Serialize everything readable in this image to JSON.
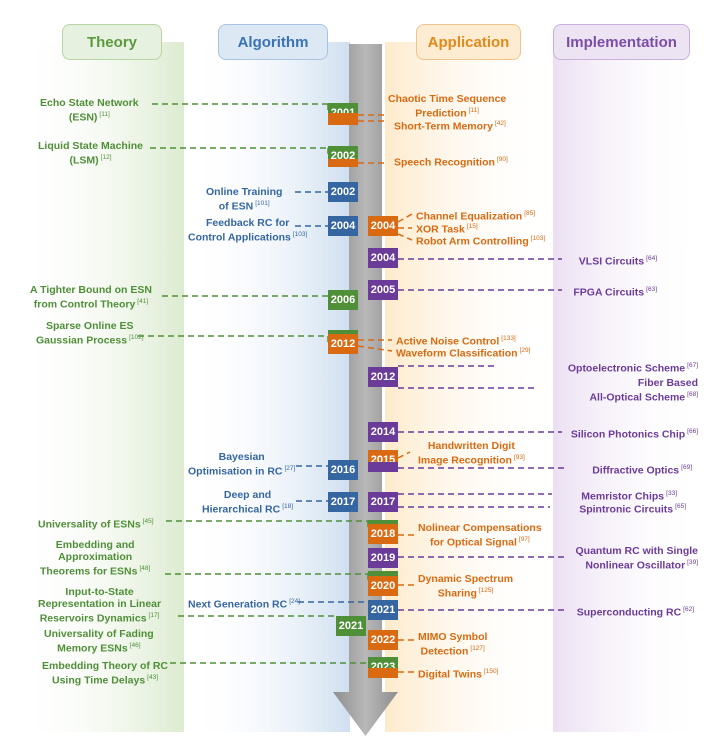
{
  "headers": {
    "theory": "Theory",
    "algorithm": "Algorithm",
    "application": "Application",
    "implementation": "Implementation"
  },
  "theory": {
    "esn": {
      "text": "Echo State Network\n(ESN)",
      "ref": "[11]"
    },
    "lsm": {
      "text": "Liquid State Machine\n(LSM)",
      "ref": "[12]"
    },
    "bound": {
      "text": "A Tighter Bound on ESN\nfrom Control Theory",
      "ref": "[41]"
    },
    "sparse": {
      "text": "Sparse Online ES\nGaussian Process",
      "ref": "[102]"
    },
    "universality": {
      "text": "Universality of ESNs",
      "ref": "[45]"
    },
    "embedding": {
      "text": "Embedding and\nApproximation\nTheorems for ESNs",
      "ref": "[48]"
    },
    "iss": {
      "text": "Input-to-State\nRepresentation in Linear\nReservoirs Dynamics",
      "ref": "[17]"
    },
    "fading": {
      "text": "Universality of Fading\nMemory ESNs",
      "ref": "[46]"
    },
    "delays": {
      "text": "Embedding Theory of RC\nUsing Time Delays",
      "ref": "[43]"
    }
  },
  "algorithm": {
    "online": {
      "text": "Online Training\nof ESN",
      "ref": "[101]"
    },
    "feedback": {
      "text": "Feedback RC for\nControl Applications",
      "ref": "[103]"
    },
    "bayesian": {
      "text": "Bayesian\nOptimisation in RC",
      "ref": "[27]"
    },
    "deep": {
      "text": "Deep and\nHierarchical RC",
      "ref": "[18]"
    },
    "nextgen": {
      "text": "Next Generation RC",
      "ref": "[24]"
    }
  },
  "application": {
    "chaotic": {
      "text": "Chaotic Time Sequence\nPrediction",
      "ref": "[11]"
    },
    "stm": {
      "text": "Short-Term Memory",
      "ref": "[42]"
    },
    "speech": {
      "text": "Speech Recognition",
      "ref": "[90]"
    },
    "channel": {
      "text": "Channel Equalization",
      "ref": "[85]"
    },
    "xor": {
      "text": "XOR Task",
      "ref": "[15]"
    },
    "robot": {
      "text": "Robot Arm Controlling",
      "ref": "[103]"
    },
    "anc": {
      "text": "Active Noise Control",
      "ref": "[133]"
    },
    "waveform": {
      "text": "Waveform Classification",
      "ref": "[29]"
    },
    "handwritten": {
      "text": "Handwritten Digit\nImage Recognition",
      "ref": "[93]"
    },
    "nonlinear": {
      "text": "Nolinear Compensations\nfor Optical Signal",
      "ref": "[97]"
    },
    "spectrum": {
      "text": "Dynamic Spectrum\nSharing",
      "ref": "[125]"
    },
    "mimo": {
      "text": "MIMO Symbol\nDetection",
      "ref": "[127]"
    },
    "twins": {
      "text": "Digital Twins",
      "ref": "[150]"
    }
  },
  "implementation": {
    "vlsi": {
      "text": "VLSI Circuits",
      "ref": "[64]"
    },
    "fpga": {
      "text": "FPGA Circuits",
      "ref": "[63]"
    },
    "opto": {
      "text": "Optoelectronic Scheme",
      "ref": "[67]"
    },
    "fiber": {
      "text": "Fiber Based\nAll-Optical Scheme",
      "ref": "[68]"
    },
    "silicon": {
      "text": "Silicon Photonics Chip",
      "ref": "[66]"
    },
    "diffractive": {
      "text": "Diffractive Optics",
      "ref": "[69]"
    },
    "memristor": {
      "text": "Memristor Chips",
      "ref": "[33]"
    },
    "spintronic": {
      "text": "Spintronic Circuits",
      "ref": "[65]"
    },
    "quantum": {
      "text": "Quantum RC with Single\nNonlinear Oscillator",
      "ref": "[39]"
    },
    "superconducting": {
      "text": "Superconducting RC",
      "ref": "[62]"
    }
  },
  "years": {
    "y2001": "2001",
    "y2002": "2002",
    "y2004": "2004",
    "y2005": "2005",
    "y2006": "2006",
    "y2012": "2012",
    "y2014": "2014",
    "y2015": "2015",
    "y2016": "2016",
    "y2017": "2017",
    "y2018": "2018",
    "y2019": "2019",
    "y2020": "2020",
    "y2021": "2021",
    "y2022": "2022",
    "y2023": "2023"
  },
  "colors": {
    "theory": "#4f8f38",
    "algorithm": "#3566a2",
    "application": "#d96a12",
    "implementation": "#6b3b9a",
    "arrow": "#a8a8a8"
  }
}
